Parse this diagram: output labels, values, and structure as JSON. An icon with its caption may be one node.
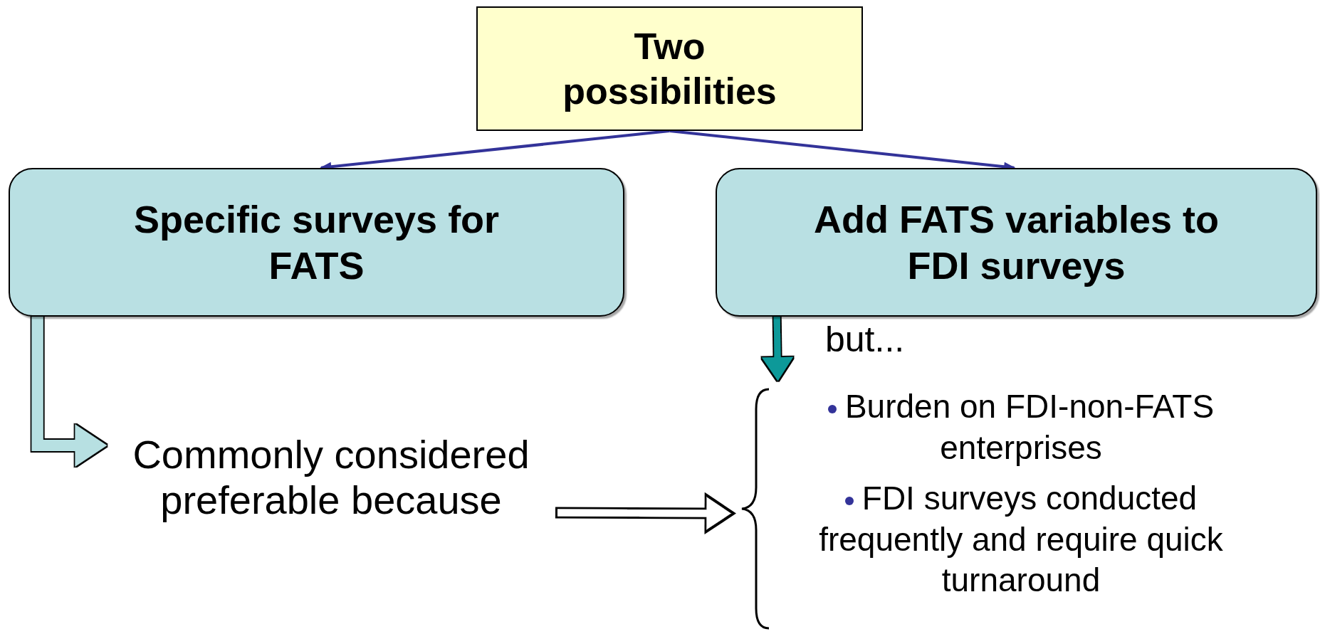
{
  "diagram": {
    "nodes": [
      {
        "text": [
          "Two possibilities"
        ]
      },
      {
        "text": [
          "Specific surveys for FATS"
        ]
      },
      {
        "text": [
          "Add FATS variables to FDI surveys"
        ]
      },
      {
        "text": [
          "Commonly considered preferable because"
        ]
      },
      {
        "text": [
          "Burden on FDI-non-FATS enterprises",
          "FDI surveys conducted frequently and require quick turnaround"
        ]
      }
    ],
    "edges": [
      {
        "from": 0,
        "to": 1,
        "arrow": "to",
        "color": "#333399"
      },
      {
        "from": 0,
        "to": 2,
        "arrow": "to",
        "color": "#333399"
      },
      {
        "from": 1,
        "to": 3,
        "arrow": "to",
        "color": "#b7e0e2"
      },
      {
        "from": 2,
        "to": 4,
        "arrow": "to",
        "color": "#119999",
        "label": "but..."
      },
      {
        "from": 3,
        "to": 4,
        "arrow": "to",
        "color": "#000000"
      }
    ]
  }
}
